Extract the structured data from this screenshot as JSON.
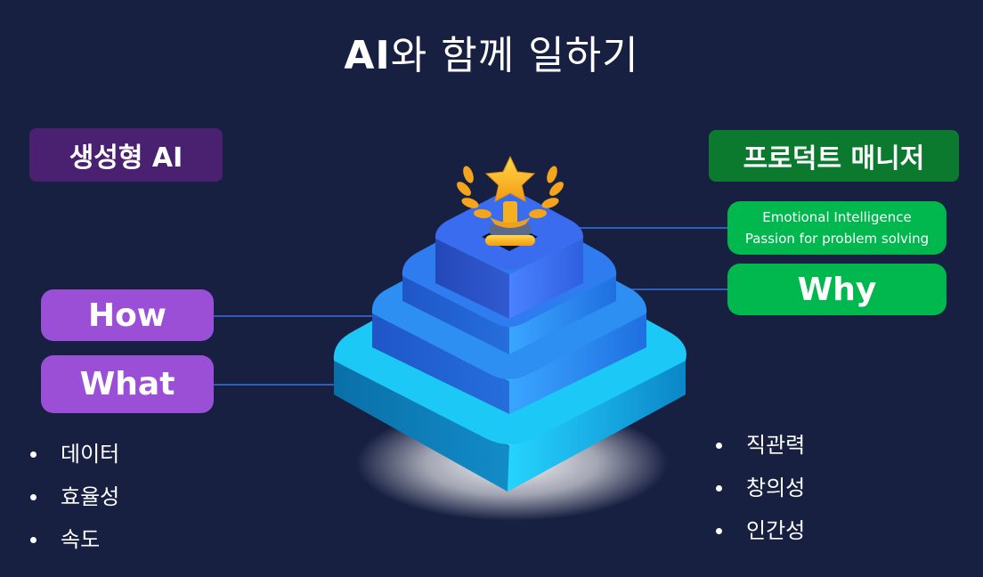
{
  "title": {
    "bold": "AI",
    "rest": "와 함께 일하기"
  },
  "left_heading": "생성형 AI",
  "right_heading": "프로덕트 매니저",
  "left_pills": {
    "how": "How",
    "what": "What"
  },
  "right_pills": {
    "eq_line1": "Emotional Intelligence",
    "eq_line2": "Passion for problem solving",
    "why": "Why"
  },
  "left_list": [
    "데이터",
    "효율성",
    "속도"
  ],
  "right_list": [
    "직관력",
    "창의성",
    "인간성"
  ],
  "icons": {
    "top": "trophy-star-laurel-icon"
  },
  "colors": {
    "background": "#182042",
    "ai_heading": "#4a2170",
    "pm_heading": "#0b7a2f",
    "left_pill": "#9a4fd6",
    "right_pill": "#00b84d",
    "pyramid_top": "#3a6cf0",
    "pyramid_base": "#12c8f8"
  }
}
